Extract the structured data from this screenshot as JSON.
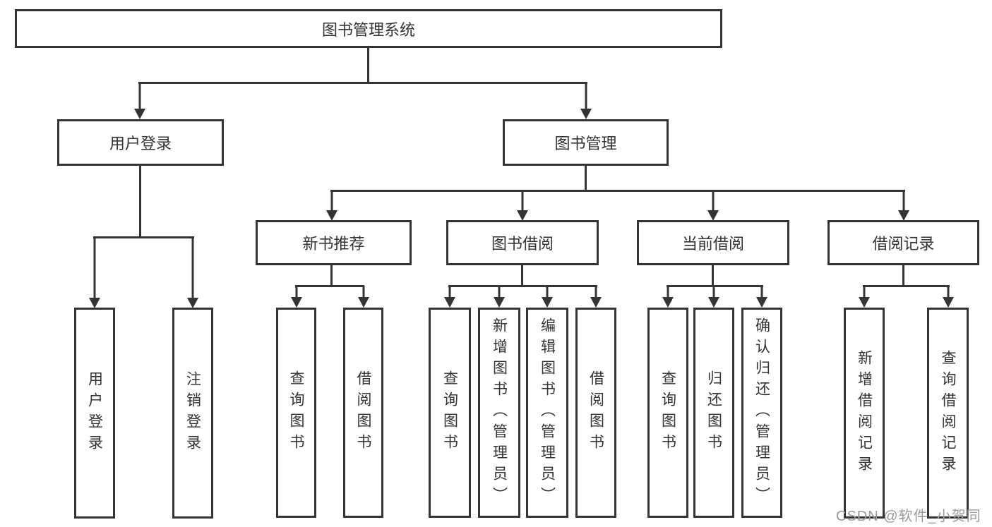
{
  "colors": {
    "line": "#343434",
    "text": "#333333",
    "background": "#ffffff",
    "watermark": "#9a9a9e"
  },
  "watermark": {
    "text": "CSDN @软件_小贺同学"
  },
  "tree": {
    "root": "图书管理系统",
    "children": [
      {
        "label": "用户登录",
        "children": [
          "用户登录",
          "注销登录"
        ]
      },
      {
        "label": "图书管理",
        "children": [
          {
            "label": "新书推荐",
            "children": [
              "查询图书",
              "借阅图书"
            ]
          },
          {
            "label": "图书借阅",
            "children": [
              "查询图书",
              "新增图书（管理员）",
              "编辑图书（管理员）",
              "借阅图书"
            ]
          },
          {
            "label": "当前借阅",
            "children": [
              "查询图书",
              "归还图书",
              "确认归还（管理员）"
            ]
          },
          {
            "label": "借阅记录",
            "children": [
              "新增借阅记录",
              "查询借阅记录"
            ]
          }
        ]
      }
    ]
  }
}
